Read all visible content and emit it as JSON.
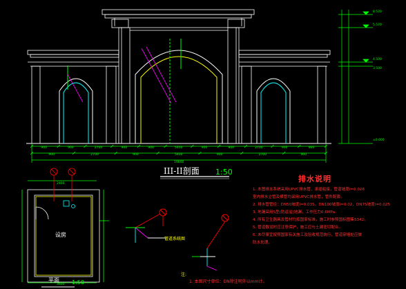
{
  "section_title": "III-II剖面",
  "section_scale": "1:50",
  "plan_title": "平面",
  "plan_scale": "1:50",
  "room_label": "设房",
  "dims_bottom_row1": [
    "900",
    "900",
    "2700",
    "900",
    "900",
    "5400",
    "900",
    "900",
    "2700",
    "900",
    "900"
  ],
  "dims_bottom_row2": [
    "900",
    "2700",
    "900",
    "5400",
    "900",
    "2700",
    "900"
  ],
  "dim_total": "19800",
  "elev_right": [
    "8.570",
    "5.570",
    "4.500",
    "3.500",
    "±0.000"
  ],
  "plan_dims": [
    "2400",
    "3600"
  ],
  "detail_label": "管道系统图",
  "notes": {
    "title": "排水说明",
    "lines": [
      "1. 本图排水系统采用UPVC排水管，承插粘接，管道坡度i=0.026",
      "   室内排水立管及横管均采用UPVC排水管，管件配套。",
      "2. 排水管管径：DN50坡度i=0.035，DN100坡度i=0.02，DN75坡度i=0.025",
      "3. 地漏采用S型(防返溢)地漏，工作压力0.6MPa.",
      "4. 所有卫生器具及管材均按国家标准，施工时参照国标图集S342。",
      "5. 管道敷设时应注意保护，施工应与土建密切配合。",
      "6. 未尽事宜按照国家有关施工及验收规范执行，管道穿墙处应做",
      "   防水处理。"
    ]
  },
  "footnote_title": "注:",
  "footnote": "1. 本图尺寸单位：DN除注明外以mm计。",
  "colors": {
    "bg": "#000000",
    "line": "#ffffff",
    "dim": "#00ff00",
    "pipe": "#00ffff",
    "accent": "#ff0000",
    "magenta": "#ff00ff"
  }
}
